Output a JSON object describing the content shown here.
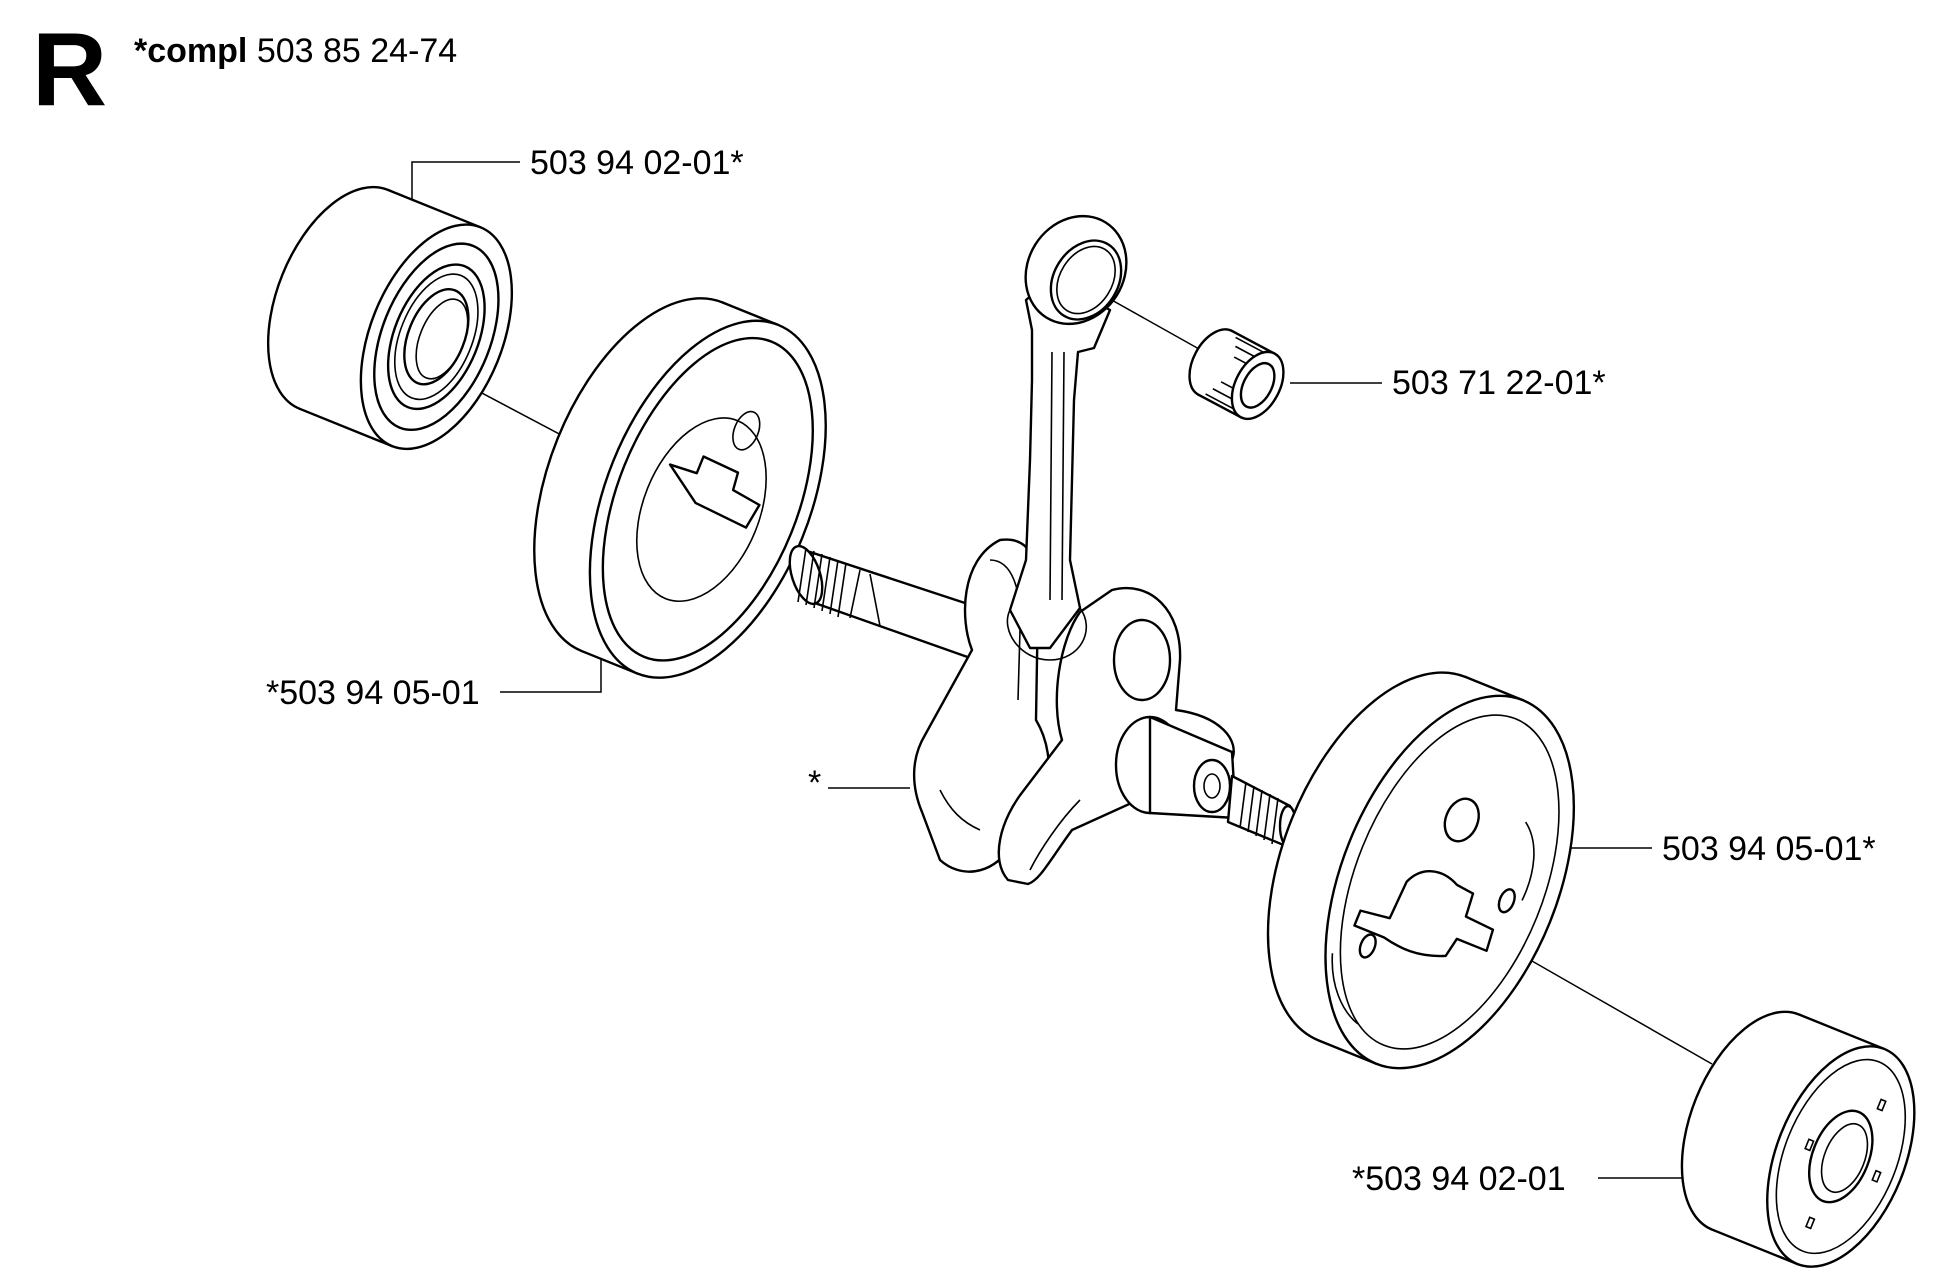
{
  "section_letter": "R",
  "header": {
    "prefix": "*compl",
    "part_number": "503 85 24-74"
  },
  "labels": {
    "bearing_top_left": "503 94 02-01*",
    "needle_bearing": "503 71 22-01*",
    "washer_left": "*503 94 05-01",
    "crankshaft": "*",
    "washer_right": "503 94 05-01*",
    "bearing_bottom_right": "*503 94 02-01"
  }
}
